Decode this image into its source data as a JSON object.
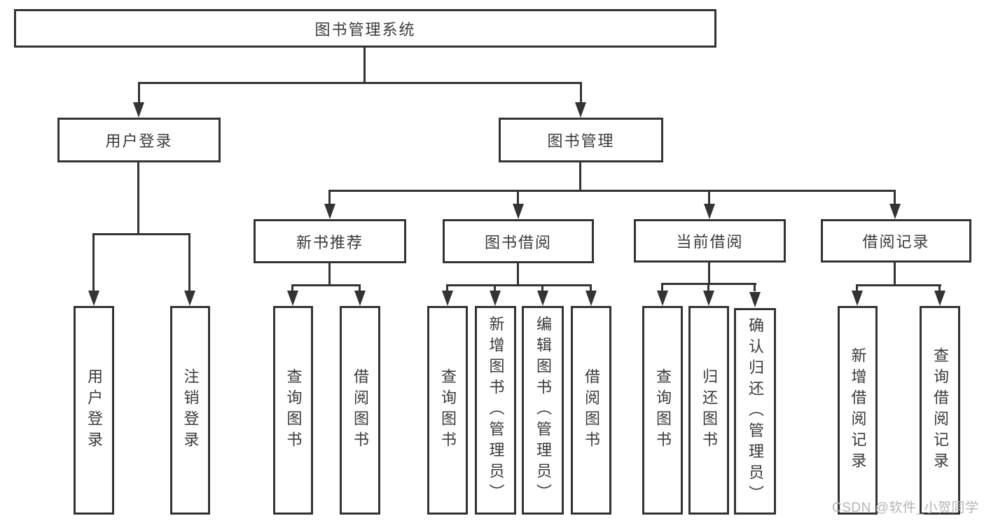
{
  "diagram": {
    "root": {
      "label": "图书管理系统"
    },
    "level2": {
      "user_login": {
        "label": "用户登录"
      },
      "book_management": {
        "label": "图书管理"
      }
    },
    "level3": {
      "new_book_recommend": {
        "label": "新书推荐"
      },
      "book_borrow": {
        "label": "图书借阅"
      },
      "current_borrow": {
        "label": "当前借阅"
      },
      "borrow_records": {
        "label": "借阅记录"
      }
    },
    "leaves": {
      "user_login": {
        "label": "用户登录"
      },
      "logout": {
        "label": "注销登录"
      },
      "nb_query_books": {
        "label": "查询图书"
      },
      "nb_borrow_books": {
        "label": "借阅图书"
      },
      "bb_query_books": {
        "label": "查询图书"
      },
      "bb_add_books": {
        "label": "新增图书（管理员）"
      },
      "bb_edit_books": {
        "label": "编辑图书（管理员）"
      },
      "bb_borrow_books": {
        "label": "借阅图书"
      },
      "cb_query_books": {
        "label": "查询图书"
      },
      "cb_return_books": {
        "label": "归还图书"
      },
      "cb_confirm_return": {
        "label": "确认归还（管理员）"
      },
      "br_add_record": {
        "label": "新增借阅记录"
      },
      "br_query_record": {
        "label": "查询借阅记录"
      }
    }
  },
  "watermark": {
    "text": "CSDN @软件_小贺同学"
  },
  "colors": {
    "line": "#333333",
    "text": "#3a3a3a",
    "watermark": "#b5b5b5",
    "background": "#ffffff"
  }
}
